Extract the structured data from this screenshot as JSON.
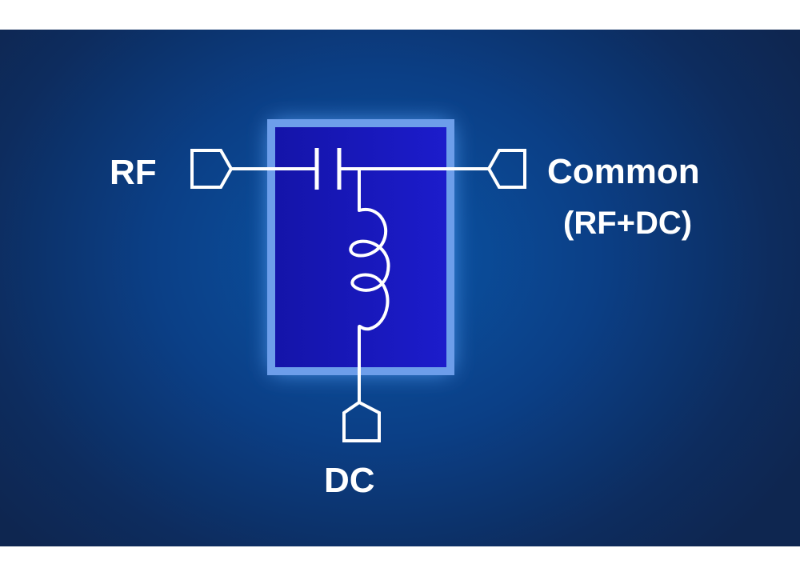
{
  "diagram": {
    "labels": {
      "rf": "RF",
      "common": "Common",
      "common_sub": "(RF+DC)",
      "dc": "DC"
    },
    "components": [
      "capacitor-icon",
      "inductor-icon",
      "port-icon"
    ],
    "colors": {
      "background": "#0b3f86",
      "component_fill": "#1818c0",
      "component_border": "#5a8ee8",
      "glow": "#6fb4ff",
      "wire": "#ffffff"
    }
  }
}
